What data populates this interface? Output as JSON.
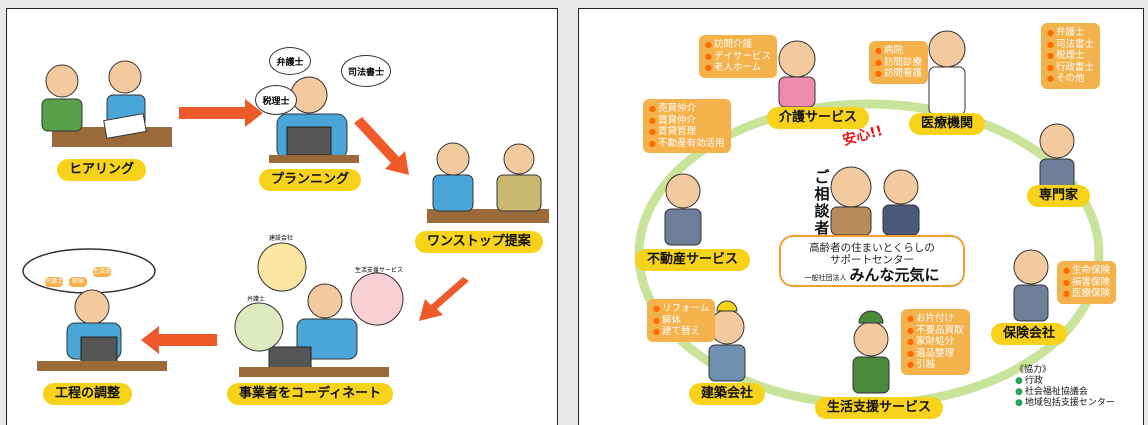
{
  "left_panel": {
    "steps": [
      "ヒアリング",
      "プランニング",
      "ワンストップ提案",
      "事業者をコーディネート",
      "工程の調整"
    ],
    "planning_bubbles": [
      "弁護士",
      "司法書士",
      "税理士"
    ],
    "coordinate_bubbles": [
      "建設会社",
      "生活支援サービス",
      "弁護士"
    ],
    "process_flow": [
      "弁護士",
      "解体",
      "生活支援"
    ]
  },
  "right_panel": {
    "center": {
      "line1": "高齢者の住まいとくらしの",
      "line2": "サポートセンター",
      "org_prefix": "一般社団法人",
      "org_name": "みんな元気に",
      "consultant": "ご相談者",
      "relief": "安心!!"
    },
    "nodes": [
      {
        "label": "介護サービス",
        "items": [
          "訪問介護",
          "デイサービス",
          "老人ホーム"
        ]
      },
      {
        "label": "医療機関",
        "items": [
          "病院",
          "訪問診療",
          "訪問看護"
        ]
      },
      {
        "label": "専門家",
        "items": [
          "弁護士",
          "司法書士",
          "税理士",
          "行政書士",
          "その他"
        ]
      },
      {
        "label": "保険会社",
        "items": [
          "生命保険",
          "損害保険",
          "医療保険"
        ]
      },
      {
        "label": "生活支援サービス",
        "items": [
          "お片付け",
          "不要品買取",
          "家財処分",
          "遺品整理",
          "引越"
        ]
      },
      {
        "label": "建築会社",
        "items": [
          "リフォーム",
          "解体",
          "建て替え"
        ]
      },
      {
        "label": "不動産サービス",
        "items": [
          "売買仲介",
          "賃貸仲介",
          "賃貸管理",
          "不動産有効活用"
        ]
      }
    ],
    "cooperation": {
      "title": "《協力》",
      "items": [
        "行政",
        "社会福祉協議会",
        "地域包括支援センター"
      ]
    }
  }
}
